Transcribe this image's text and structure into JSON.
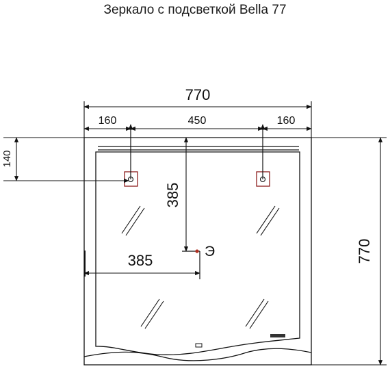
{
  "title": "Зеркало с подсветкой Bella 77",
  "dimensions": {
    "overall_width": "770",
    "left_offset": "160",
    "center_span": "450",
    "right_offset": "160",
    "mount_height": "140",
    "vertical_to_socket": "385",
    "horizontal_to_socket": "385",
    "overall_height": "770"
  },
  "socket_label": "Э",
  "colors": {
    "line": "#111111",
    "mount_marker": "#8b1c1c",
    "socket_dot": "#b03020"
  }
}
